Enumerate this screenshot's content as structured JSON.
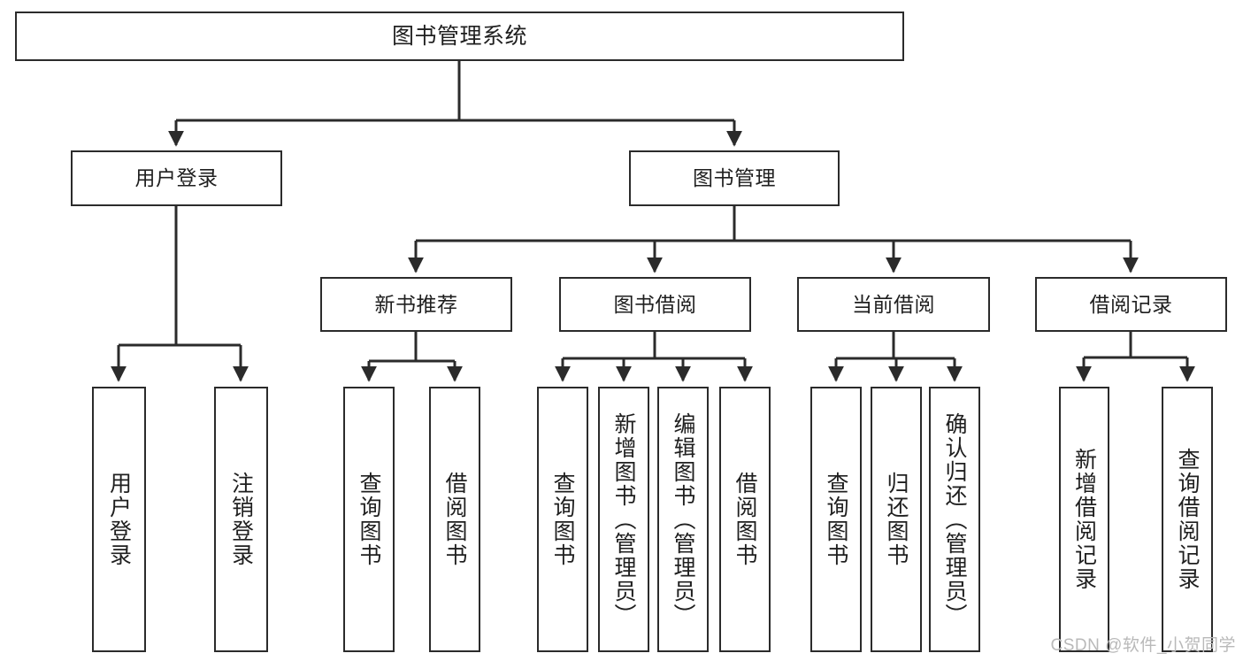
{
  "diagram": {
    "title": "图书管理系统",
    "type": "hierarchy-tree",
    "watermark": "CSDN @软件_小贺同学",
    "colors": {
      "stroke": "#2b2b2b",
      "fill": "#ffffff",
      "text": "#1f1f1f",
      "watermark": "#b9b9b9"
    },
    "levels": {
      "level0": [
        {
          "id": "root",
          "label": "图书管理系统"
        }
      ],
      "level1": [
        {
          "id": "user-login",
          "label": "用户登录"
        },
        {
          "id": "book-manage",
          "label": "图书管理"
        }
      ],
      "level2": [
        {
          "id": "new-book-recommend",
          "label": "新书推荐",
          "parent": "book-manage"
        },
        {
          "id": "book-borrow",
          "label": "图书借阅",
          "parent": "book-manage"
        },
        {
          "id": "current-borrow",
          "label": "当前借阅",
          "parent": "book-manage"
        },
        {
          "id": "borrow-record",
          "label": "借阅记录",
          "parent": "book-manage"
        }
      ],
      "leaves": [
        {
          "id": "leaf-user-login",
          "label": "用户登录",
          "parent": "user-login"
        },
        {
          "id": "leaf-logout",
          "label": "注销登录",
          "parent": "user-login"
        },
        {
          "id": "leaf-query-book-1",
          "label": "查询图书",
          "parent": "new-book-recommend"
        },
        {
          "id": "leaf-borrow-book-1",
          "label": "借阅图书",
          "parent": "new-book-recommend"
        },
        {
          "id": "leaf-query-book-2",
          "label": "查询图书",
          "parent": "book-borrow"
        },
        {
          "id": "leaf-add-book",
          "label": "新增图书（管理员）",
          "parent": "book-borrow"
        },
        {
          "id": "leaf-edit-book",
          "label": "编辑图书（管理员）",
          "parent": "book-borrow"
        },
        {
          "id": "leaf-borrow-book-2",
          "label": "借阅图书",
          "parent": "book-borrow"
        },
        {
          "id": "leaf-query-book-3",
          "label": "查询图书",
          "parent": "current-borrow"
        },
        {
          "id": "leaf-return-book",
          "label": "归还图书",
          "parent": "current-borrow"
        },
        {
          "id": "leaf-confirm-return",
          "label": "确认归还（管理员）",
          "parent": "current-borrow"
        },
        {
          "id": "leaf-add-record",
          "label": "新增借阅记录",
          "parent": "borrow-record"
        },
        {
          "id": "leaf-query-record",
          "label": "查询借阅记录",
          "parent": "borrow-record"
        }
      ]
    }
  }
}
